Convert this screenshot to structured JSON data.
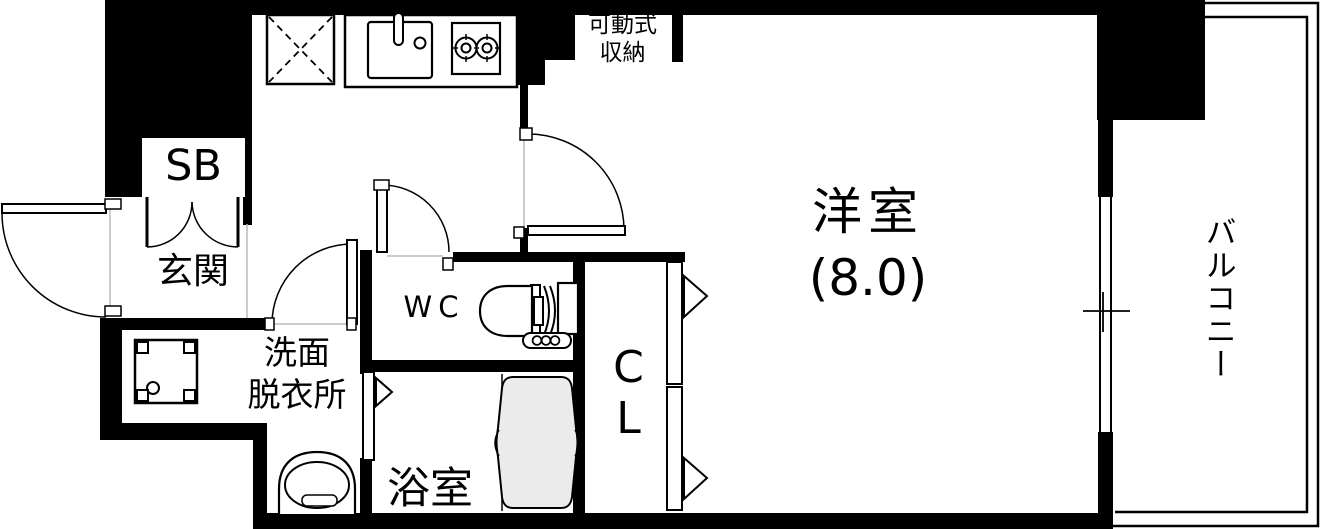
{
  "rooms": {
    "shoe_box": "SB",
    "entrance": "玄関",
    "washroom": "洗面\n脱衣所",
    "toilet": "WC",
    "bathroom": "浴室",
    "closet": "CL",
    "storage": "可動式\n収納",
    "main_room": "洋室",
    "main_room_size": "(8.0)",
    "balcony": "バルコニー"
  },
  "icons": {
    "refrigerator_space": "refrigerator-space-icon",
    "kitchen_sink": "kitchen-sink-icon",
    "stove": "stove-burners-icon",
    "washing_machine_pan": "washing-machine-pan-icon",
    "toilet": "toilet-icon",
    "wash_basin": "wash-basin-icon",
    "bathtub": "bathtub-icon",
    "window": "sliding-window-icon"
  },
  "colors": {
    "wall": "#000000",
    "line": "#000000",
    "threshold_line": "#bbbbbb",
    "tub_fill": "#ebebeb",
    "background": "#ffffff"
  }
}
